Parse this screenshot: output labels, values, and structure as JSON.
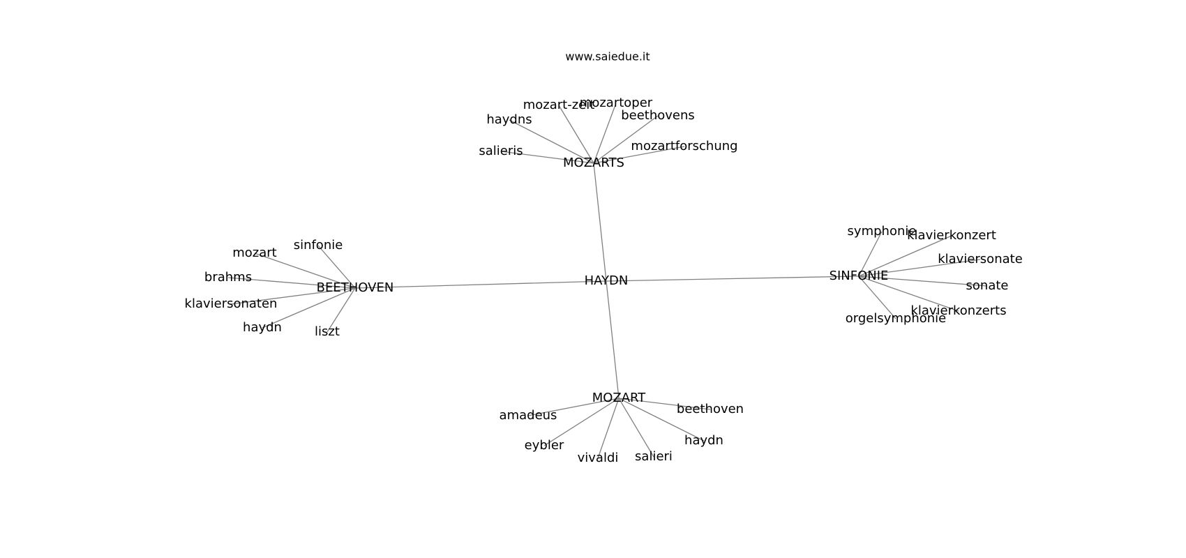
{
  "site": "www.saiedue.it",
  "center": "HAYDN",
  "clusters": [
    {
      "hub": "MOZARTS",
      "leaves": [
        "salieris",
        "haydns",
        "mozart-zeit",
        "mozartoper",
        "beethovens",
        "mozartforschung"
      ]
    },
    {
      "hub": "BEETHOVEN",
      "leaves": [
        "sinfonie",
        "mozart",
        "brahms",
        "klaviersonaten",
        "haydn",
        "liszt"
      ]
    },
    {
      "hub": "SINFONIE",
      "leaves": [
        "symphonie",
        "klavierkonzert",
        "klaviersonate",
        "sonate",
        "klavierkonzerts",
        "orgelsymphonie"
      ]
    },
    {
      "hub": "MOZART",
      "leaves": [
        "amadeus",
        "eybler",
        "vivaldi",
        "salieri",
        "haydn",
        "beethoven"
      ]
    }
  ]
}
